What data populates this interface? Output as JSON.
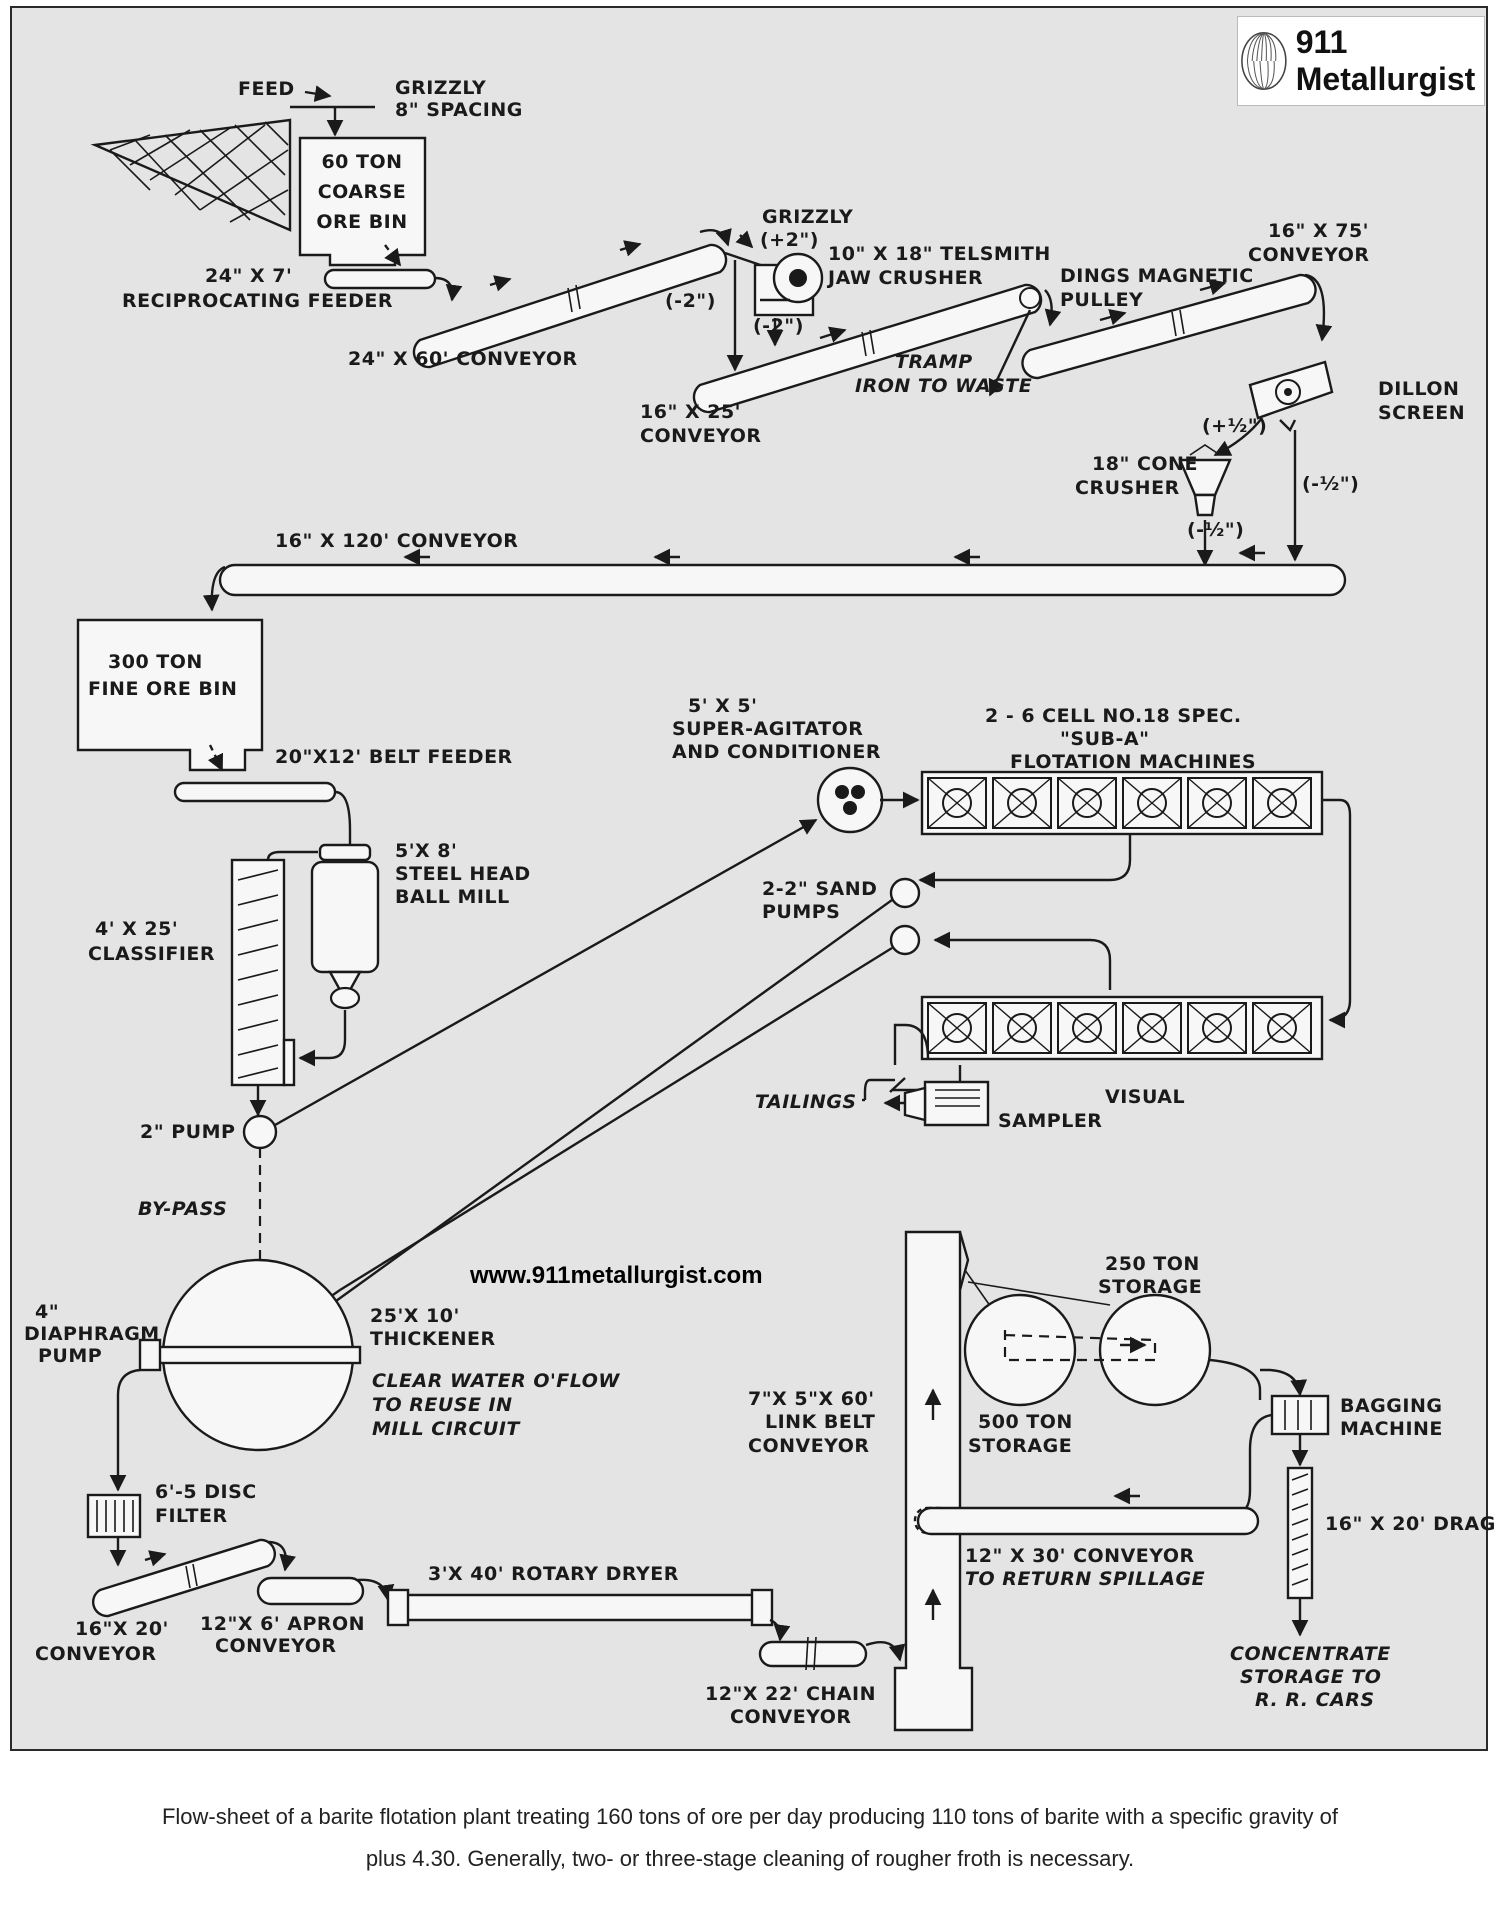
{
  "logo": {
    "text": "911 Metallurgist",
    "icon": "ridged-shell-logo"
  },
  "website": "www.911metallurgist.com",
  "labels": {
    "feed": "FEED",
    "grizzly_1": [
      "GRIZZLY",
      "8\" SPACING"
    ],
    "coarse_bin": [
      "60 TON",
      "COARSE",
      "ORE BIN"
    ],
    "feeder": [
      "24\" X 7'",
      "RECIPROCATING FEEDER"
    ],
    "conv_24x60": "24\" X 60' CONVEYOR",
    "grizzly_2": [
      "GRIZZLY",
      "(+2\")"
    ],
    "jaw": [
      "10\" X 18\" TELSMITH",
      "JAW CRUSHER"
    ],
    "minus2_a": "(-2\")",
    "minus2_b": "(-2\")",
    "conv_16x25": [
      "16\" X 25'",
      "CONVEYOR"
    ],
    "tramp": [
      "TRAMP",
      "IRON TO WASTE"
    ],
    "dings": [
      "DINGS MAGNETIC",
      "PULLEY"
    ],
    "conv_16x75": [
      "16\" X 75'",
      "CONVEYOR"
    ],
    "dillon": [
      "DILLON",
      "SCREEN"
    ],
    "plus_half": "(+½\")",
    "minus_half_a": "(-½\")",
    "minus_half_b": "(-½\")",
    "cone": [
      "18\" CONE",
      "CRUSHER"
    ],
    "conv_16x120": "16\" X 120' CONVEYOR",
    "fine_bin": [
      "300 TON",
      "FINE ORE BIN"
    ],
    "belt_feeder": "20\"X12' BELT FEEDER",
    "ball_mill": [
      "5'X 8'",
      "STEEL HEAD",
      "BALL MILL"
    ],
    "classifier": [
      "4' X 25'",
      "CLASSIFIER"
    ],
    "agitator": [
      "5' X 5'",
      "SUPER-AGITATOR",
      "AND CONDITIONER"
    ],
    "flotation": [
      "2 - 6 CELL NO.18 SPEC.",
      "\"SUB-A\"",
      "FLOTATION MACHINES"
    ],
    "sand_pumps": [
      "2-2\" SAND",
      "PUMPS"
    ],
    "tailings": "TAILINGS",
    "sampler": [
      "VISUAL",
      "SAMPLER"
    ],
    "pump_2": "2\" PUMP",
    "bypass": "BY-PASS",
    "diaphragm": [
      "4\"",
      "DIAPHRAGM",
      "PUMP"
    ],
    "thickener": [
      "25'X 10'",
      "THICKENER"
    ],
    "clear_water": [
      "CLEAR WATER O'FLOW",
      "TO REUSE IN",
      "MILL CIRCUIT"
    ],
    "disc_filter": [
      "6'-5 DISC",
      "FILTER"
    ],
    "conv_16x20": [
      "16\"X 20'",
      "CONVEYOR"
    ],
    "apron": [
      "12\"X 6' APRON",
      "CONVEYOR"
    ],
    "dryer": "3'X 40' ROTARY DRYER",
    "chain": [
      "12\"X 22' CHAIN",
      "CONVEYOR"
    ],
    "link_belt": [
      "7\"X 5\"X 60'",
      "LINK BELT",
      "CONVEYOR"
    ],
    "storage_250": [
      "250 TON",
      "STORAGE"
    ],
    "storage_500": [
      "500 TON",
      "STORAGE"
    ],
    "bagging": [
      "BAGGING",
      "MACHINE"
    ],
    "drag": "16\" X 20' DRAG",
    "return_conv": [
      "12\" X 30' CONVEYOR",
      "TO RETURN SPILLAGE"
    ],
    "concentrate": [
      "CONCENTRATE",
      "STORAGE TO",
      "R. R. CARS"
    ]
  },
  "caption": [
    "Flow-sheet of a barite flotation plant treating 160 tons of ore per day producing 110 tons of barite with a specific gravity of",
    "plus 4.30. Generally, two- or three-stage cleaning of rougher froth is necessary."
  ]
}
